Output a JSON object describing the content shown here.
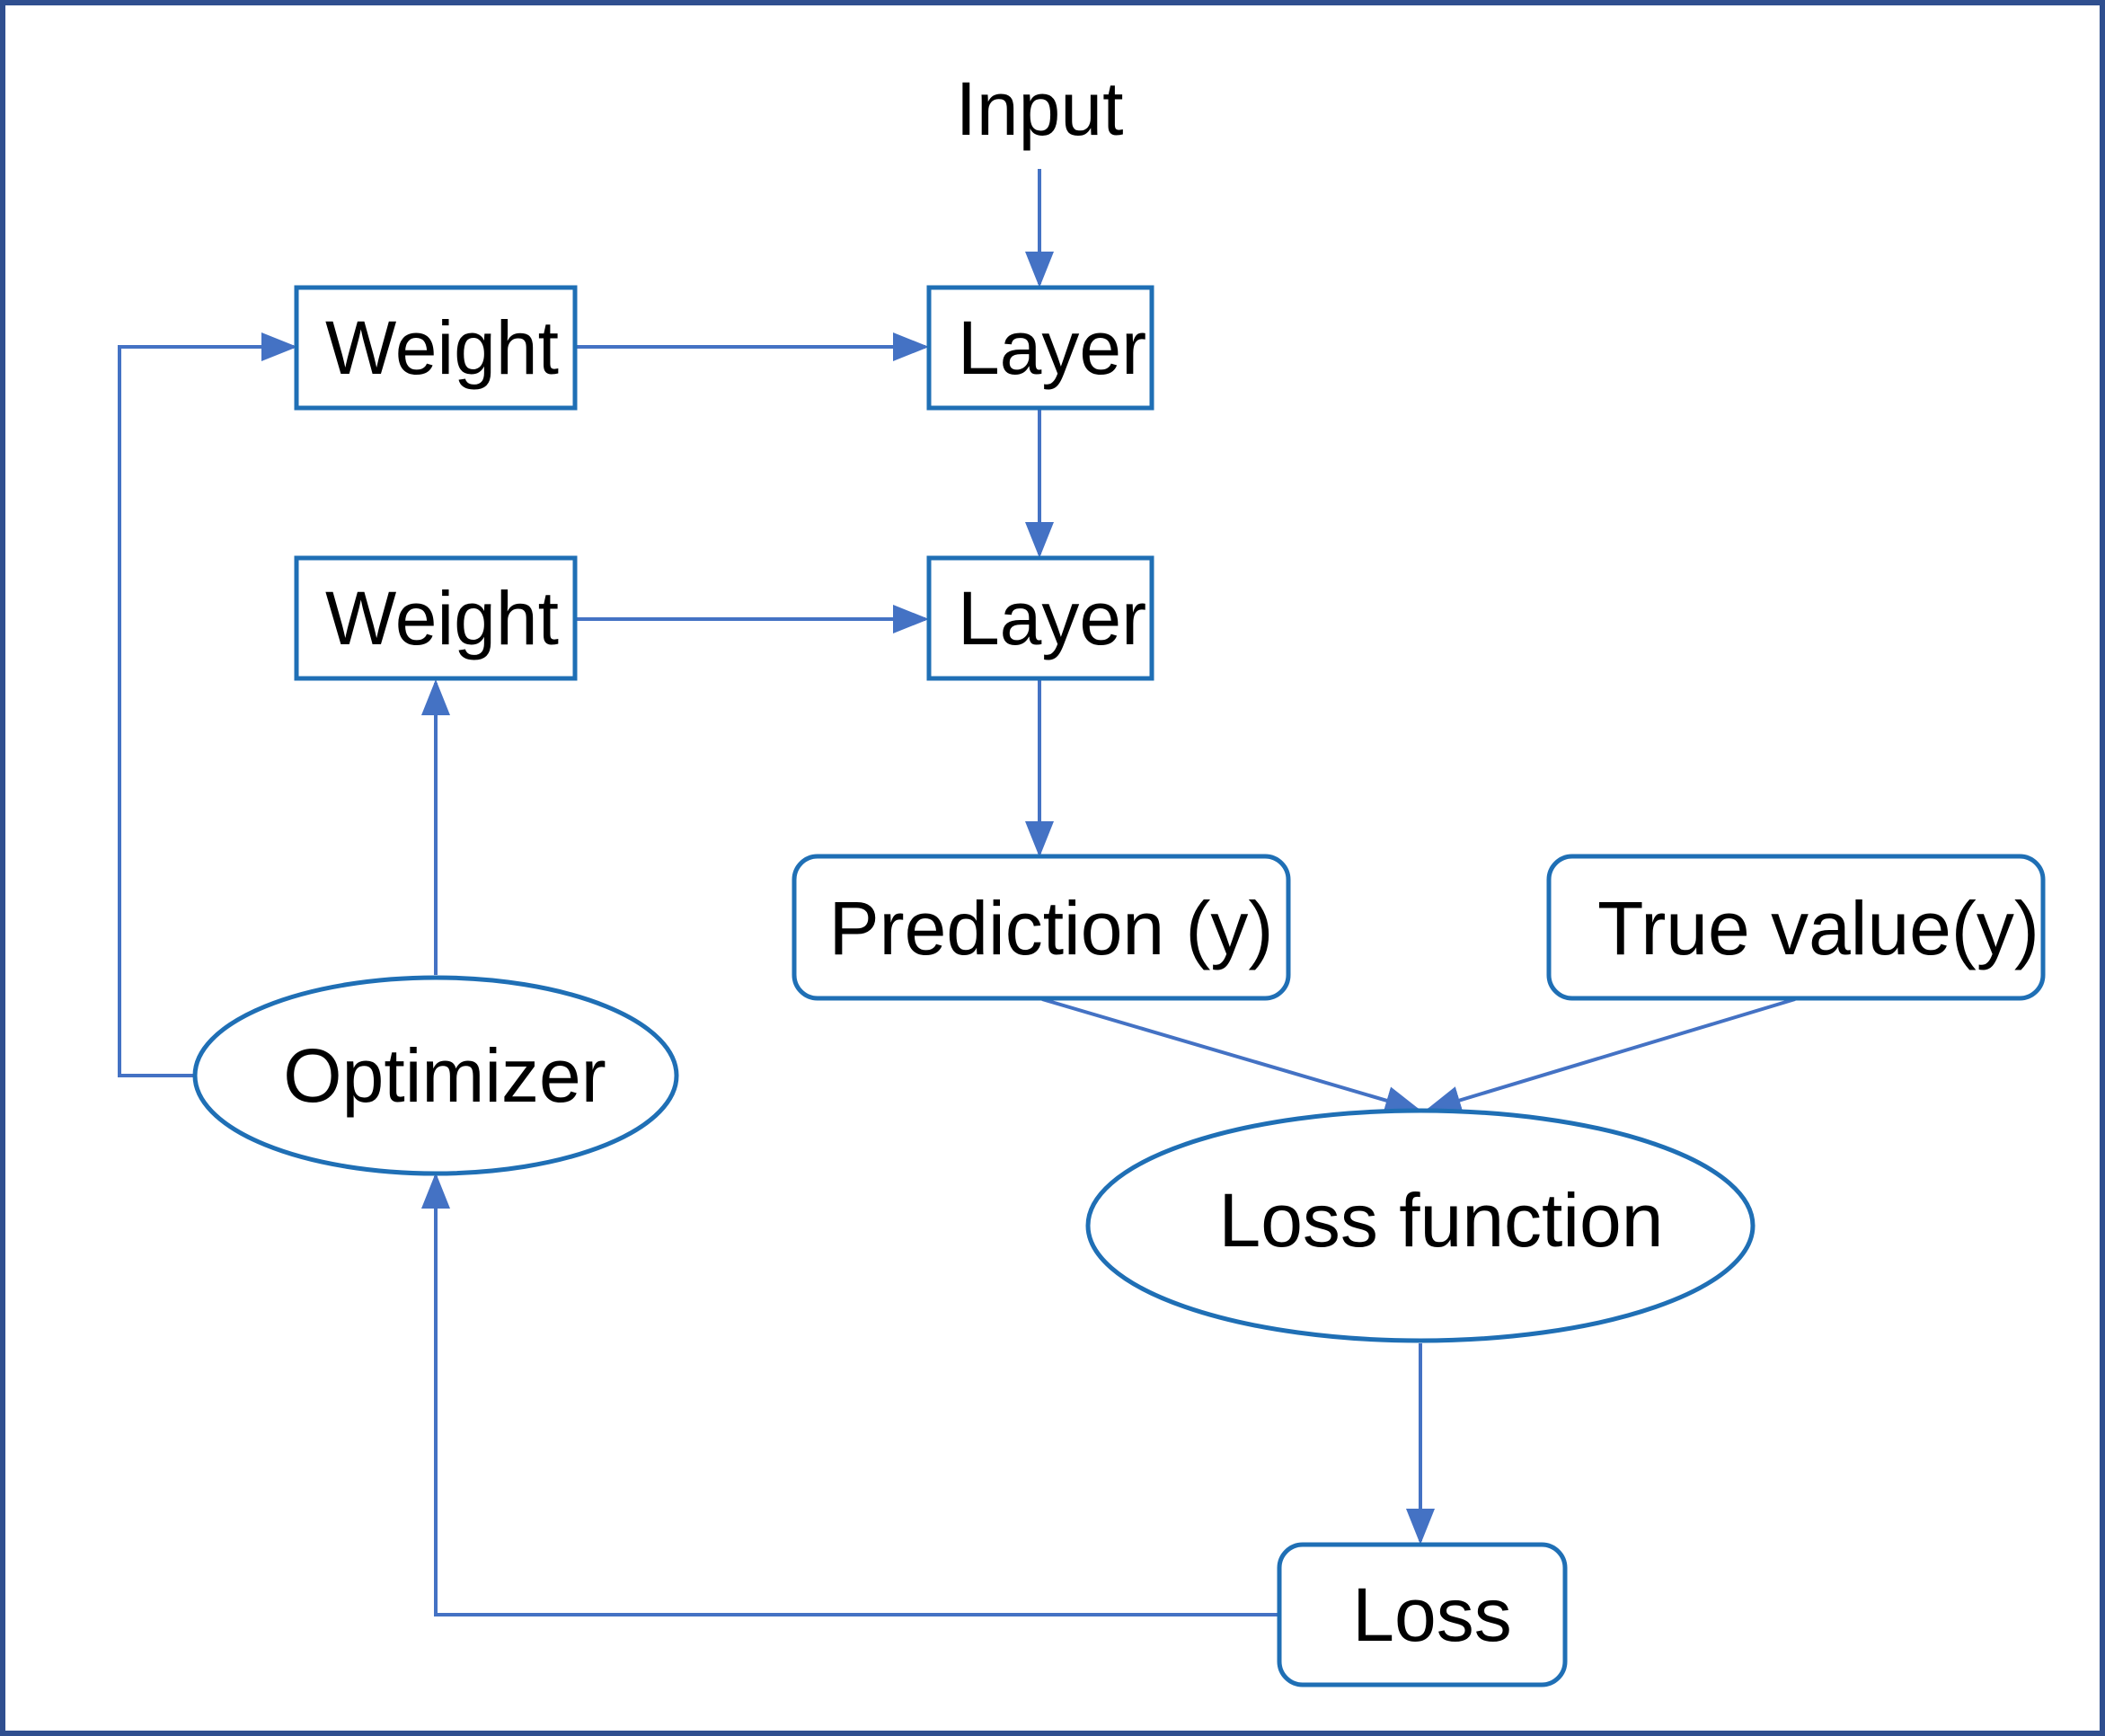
{
  "colors": {
    "frame": "#2F4F8F",
    "node_stroke": "#1F6FB5",
    "arrow": "#4472C4",
    "background": "#FFFFFF",
    "text": "#000000"
  },
  "nodes": {
    "input": {
      "label": "Input"
    },
    "weight_1": {
      "label": "Weight"
    },
    "layer_1": {
      "label": "Layer"
    },
    "weight_2": {
      "label": "Weight"
    },
    "layer_2": {
      "label": "Layer"
    },
    "prediction": {
      "label": "Prediction (y)"
    },
    "true_value": {
      "label": "True value(y)"
    },
    "optimizer": {
      "label": "Optimizer"
    },
    "loss_function": {
      "label": "Loss function"
    },
    "loss": {
      "label": "Loss"
    }
  },
  "edges": [
    {
      "from": "input",
      "to": "layer_1"
    },
    {
      "from": "weight_1",
      "to": "layer_1"
    },
    {
      "from": "layer_1",
      "to": "layer_2"
    },
    {
      "from": "weight_2",
      "to": "layer_2"
    },
    {
      "from": "layer_2",
      "to": "prediction"
    },
    {
      "from": "prediction",
      "to": "loss_function"
    },
    {
      "from": "true_value",
      "to": "loss_function"
    },
    {
      "from": "loss_function",
      "to": "loss"
    },
    {
      "from": "loss",
      "to": "optimizer"
    },
    {
      "from": "optimizer",
      "to": "weight_2"
    },
    {
      "from": "optimizer",
      "to": "weight_1"
    }
  ]
}
